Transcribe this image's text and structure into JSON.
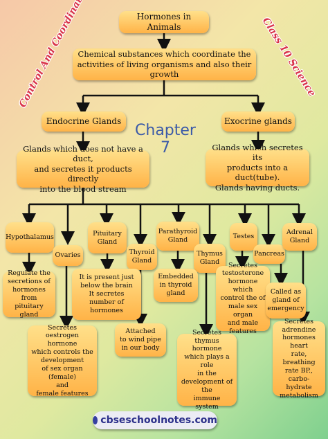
{
  "side_left": "Control And Coordination",
  "side_right": "Class 10 Science",
  "chapter": "Chapter 7",
  "root": "Hormones in Animals",
  "definition": "Chemical substances which coordinate the\nactivities of living organisms and also their growth",
  "endocrine": {
    "title": "Endocrine Glands",
    "desc": "Glands which does not have a duct,\nand secretes it products directly\ninto the blood stream"
  },
  "exocrine": {
    "title": "Exocrine glands",
    "desc": "Glands which secretes its\nproducts into a duct(tube).\nGlands having ducts."
  },
  "glands": [
    {
      "name": "Hypothalamus",
      "desc": "Regulate the\nsecretions of\nhormones from\npituitary gland"
    },
    {
      "name": "Ovaries",
      "desc": "Secretes oestrogen\nhormone\nwhich controls the\ndevelopment\nof sex organ (female)\nand\nfemale features"
    },
    {
      "name": "Pituitary\nGland",
      "desc": "It is present just\nbelow the brain\nIt secretes\nnumber of\nhormones"
    },
    {
      "name": "Thyroid\nGland",
      "desc": "Attached\nto wind pipe\nin our body"
    },
    {
      "name": "Parathyroid\nGland",
      "desc": "Embedded\nin thyroid\ngland"
    },
    {
      "name": "Thymus\nGland",
      "desc": "Secretes thymus\nhormone\nwhich plays a role\nin the\ndevelopment of the\nimmune\nsystem"
    },
    {
      "name": "Testes",
      "desc": "Secretes\ntestosterone\nhormone which\ncontrol the of\nmale sex organ\nand male\nfeatures"
    },
    {
      "name": "Pancreas",
      "desc": "Called as\ngland of\nemergency"
    },
    {
      "name": "Adrenal\nGland",
      "desc": "Secretes\nadrendine\nhormones heart\nrate, breathing\nrate BP., carbo-\nhydrate\nmetabolism"
    }
  ],
  "website": "cbseschoolnotes.com"
}
